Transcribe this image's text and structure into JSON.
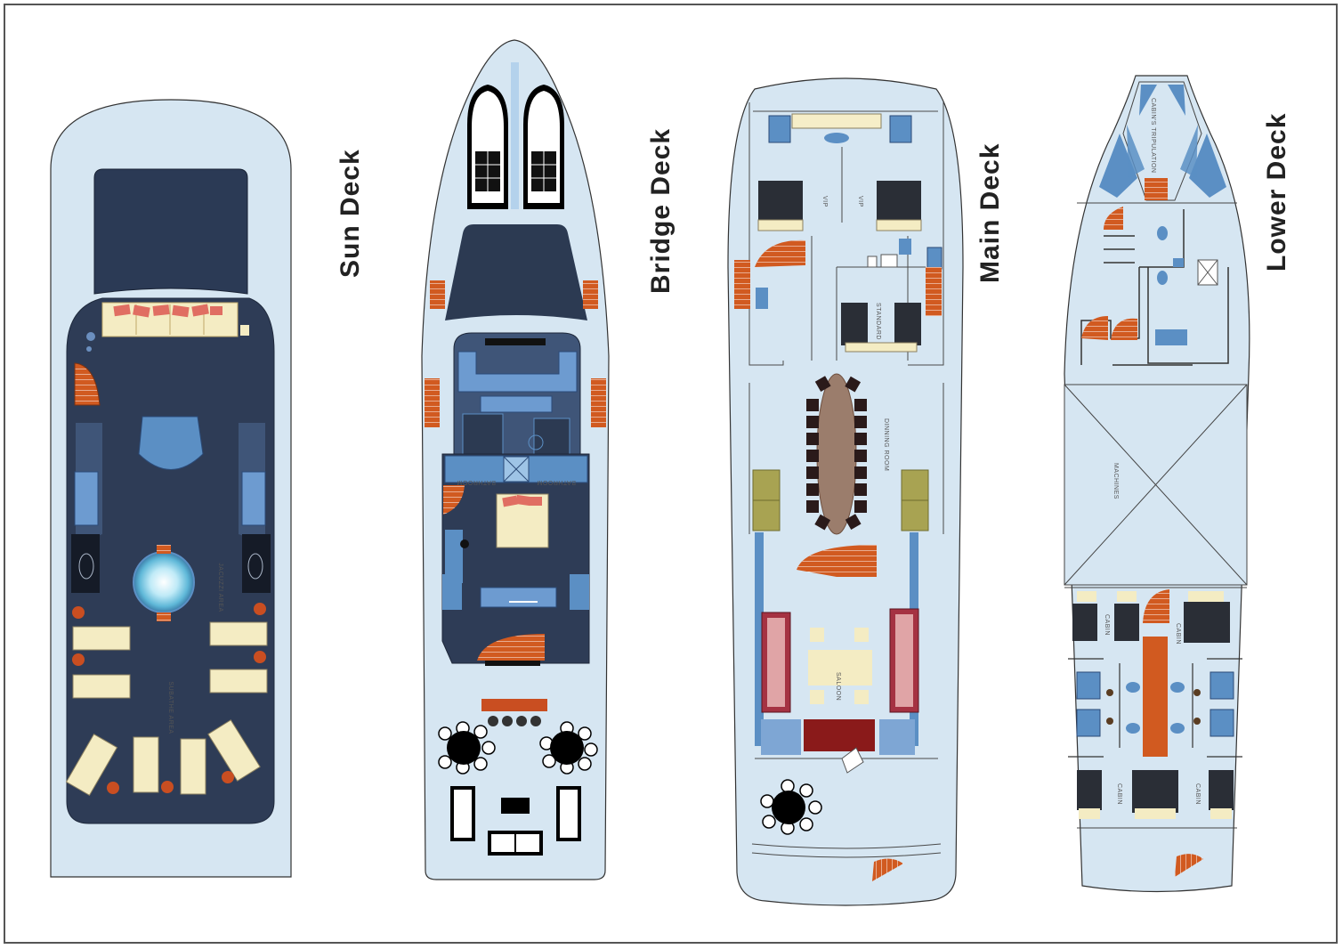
{
  "decks": [
    {
      "id": "sun",
      "title": "Sun Deck",
      "labels": [
        "JACUZZI AREA",
        "SUBATHE AREA"
      ]
    },
    {
      "id": "bridge",
      "title": "Bridge Deck",
      "labels": [
        "BATHROOM",
        "BATHROOM"
      ]
    },
    {
      "id": "main",
      "title": "Main Deck",
      "labels": [
        "VIP",
        "VIP",
        "STANDARD",
        "DINNING ROOM",
        "SALOON"
      ]
    },
    {
      "id": "lower",
      "title": "Lower Deck",
      "labels": [
        "CABIN'S TRIPULATION",
        "MACHINES",
        "CABIN",
        "CABIN",
        "CABIN",
        "CABIN"
      ]
    }
  ],
  "colors": {
    "hull": "#d6e6f2",
    "deck_dark": "#2c3a52",
    "accent_blue": "#5b8fc4",
    "stairs": "#d15a20",
    "sofa": "#f6ecc0",
    "dining_table": "#9b7d6c",
    "saloon_sofa": "#a53242",
    "bar": "#8a1a1a",
    "olive": "#a8a352"
  }
}
